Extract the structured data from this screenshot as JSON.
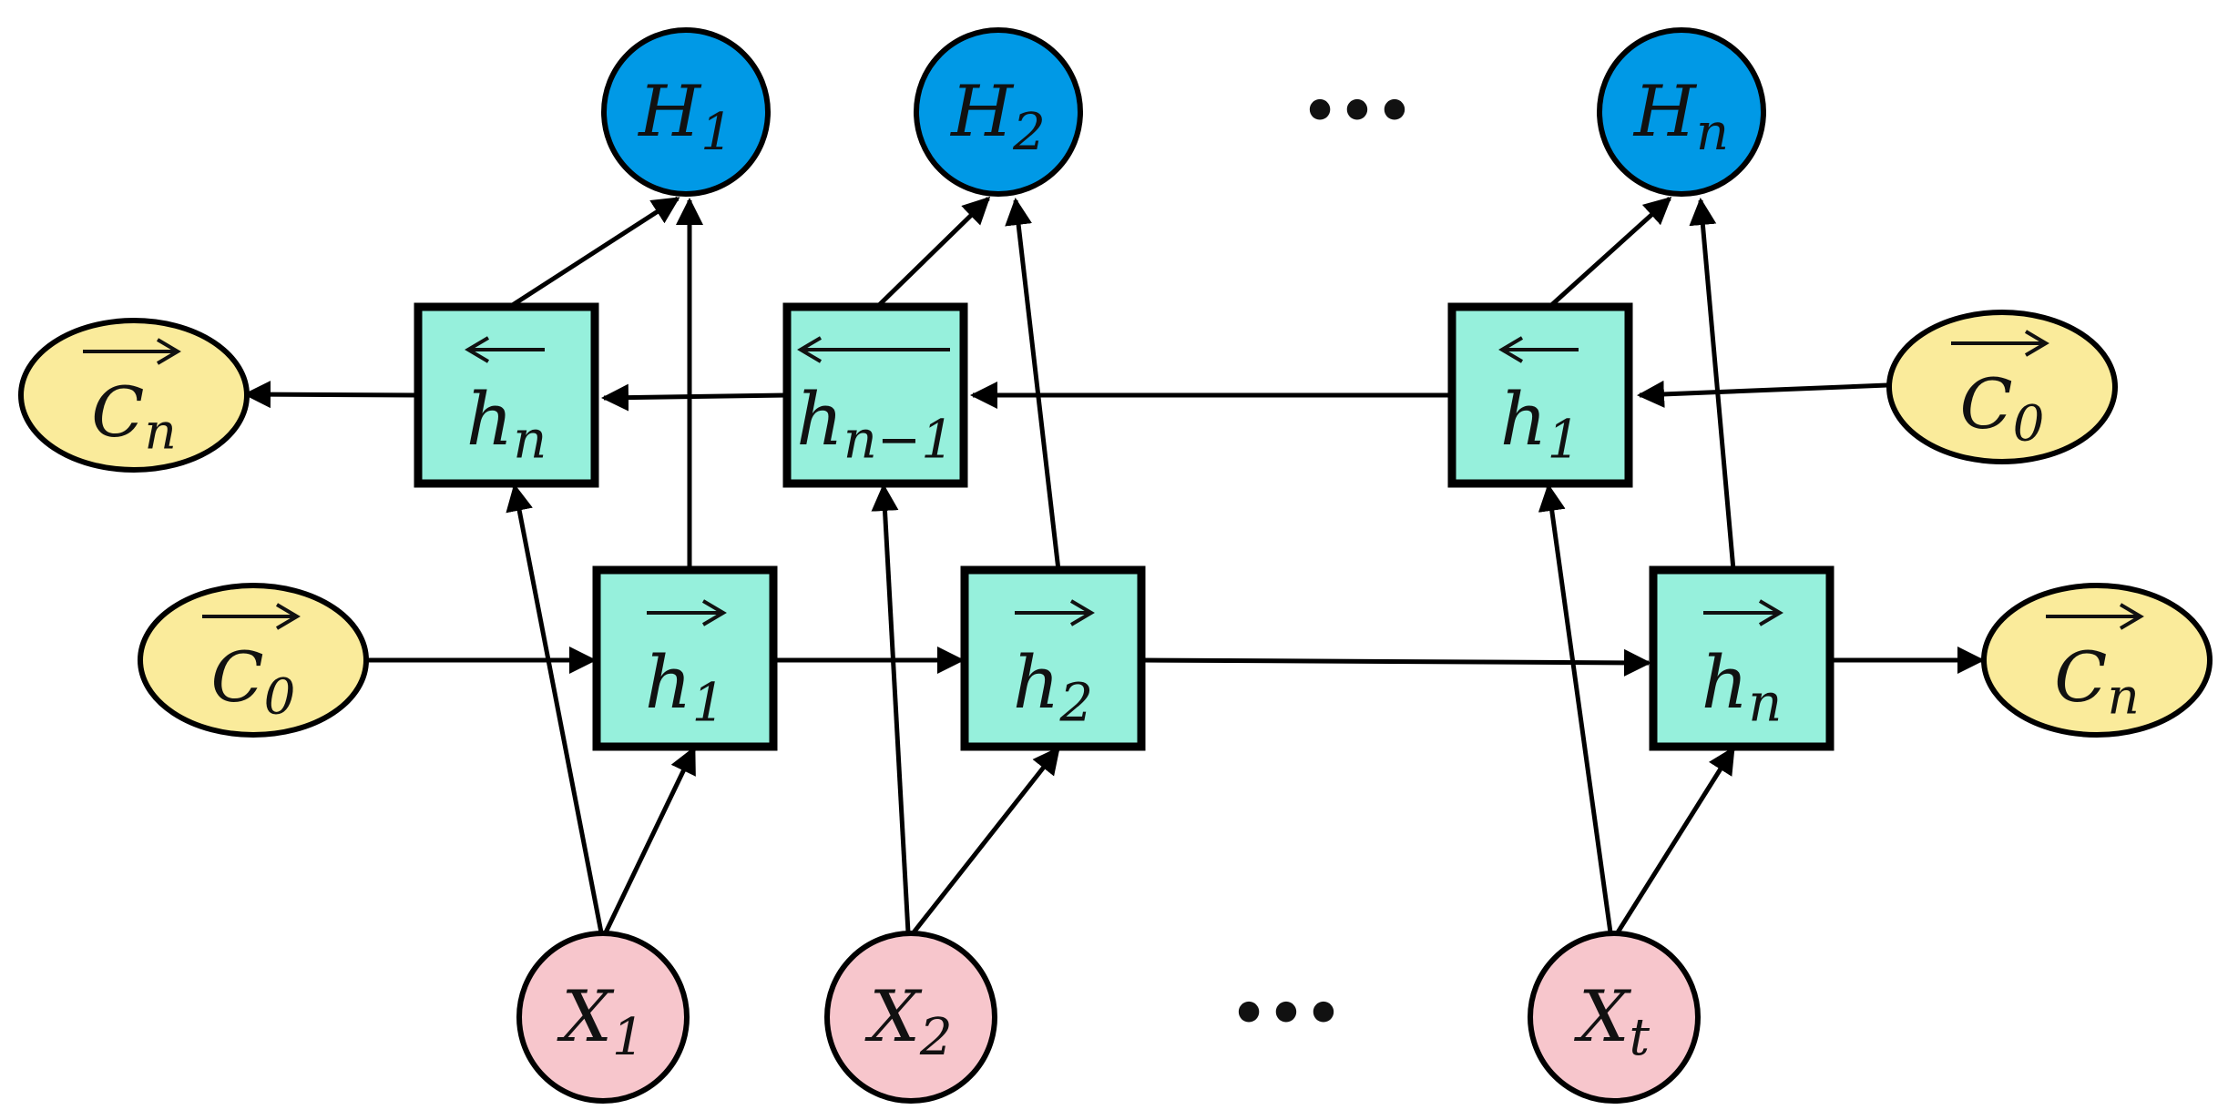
{
  "colors": {
    "output": "#0099e6",
    "state": "#96f0dc",
    "cell": "#faeb9b",
    "input": "#f7c6cc",
    "stroke": "#000000"
  },
  "outputs": [
    {
      "id": "H1",
      "base": "H",
      "sub": "1"
    },
    {
      "id": "H2",
      "base": "H",
      "sub": "2"
    },
    {
      "id": "Hn",
      "base": "H",
      "sub": "n"
    }
  ],
  "backward_states": [
    {
      "id": "bh_n",
      "base": "h",
      "sub": "n",
      "arrow": "left"
    },
    {
      "id": "bh_n1",
      "base": "h",
      "sub": "n−1",
      "arrow": "left"
    },
    {
      "id": "bh_1",
      "base": "h",
      "sub": "1",
      "arrow": "left"
    }
  ],
  "forward_states": [
    {
      "id": "fh_1",
      "base": "h",
      "sub": "1",
      "arrow": "right"
    },
    {
      "id": "fh_2",
      "base": "h",
      "sub": "2",
      "arrow": "right"
    },
    {
      "id": "fh_n",
      "base": "h",
      "sub": "n",
      "arrow": "right"
    }
  ],
  "cells": [
    {
      "id": "C_back_out",
      "base": "C",
      "sub": "n",
      "arrow": "right"
    },
    {
      "id": "C_back_in",
      "base": "C",
      "sub": "0",
      "arrow": "right"
    },
    {
      "id": "C_fwd_in",
      "base": "C",
      "sub": "0",
      "arrow": "right"
    },
    {
      "id": "C_fwd_out",
      "base": "C",
      "sub": "n",
      "arrow": "right"
    }
  ],
  "inputs": [
    {
      "id": "X1",
      "base": "X",
      "sub": "1"
    },
    {
      "id": "X2",
      "base": "X",
      "sub": "2"
    },
    {
      "id": "Xt",
      "base": "X",
      "sub": "t"
    }
  ],
  "ellipsis": [
    "•••",
    "•••"
  ]
}
